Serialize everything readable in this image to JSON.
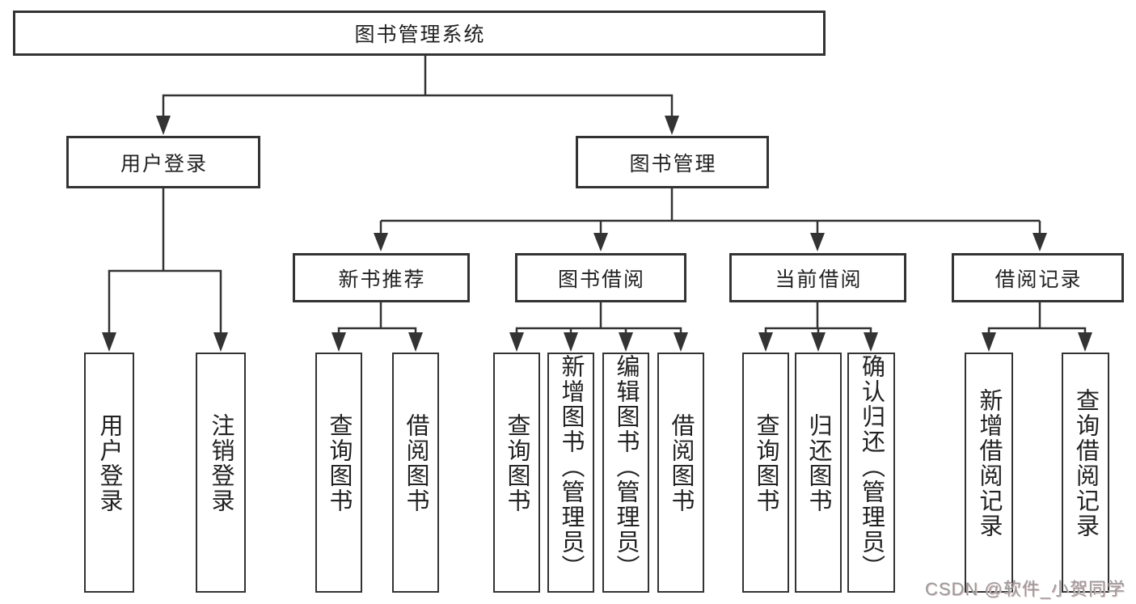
{
  "tree": {
    "root": "图书管理系统",
    "branches": [
      {
        "label": "用户登录",
        "children": [
          "用户登录",
          "注销登录"
        ]
      },
      {
        "label": "图书管理",
        "groups": [
          {
            "label": "新书推荐",
            "children": [
              "查询图书",
              "借阅图书"
            ]
          },
          {
            "label": "图书借阅",
            "children": [
              "查询图书",
              "新增图书（管理员）",
              "编辑图书（管理员）",
              "借阅图书"
            ]
          },
          {
            "label": "当前借阅",
            "children": [
              "查询图书",
              "归还图书",
              "确认归还（管理员）"
            ]
          },
          {
            "label": "借阅记录",
            "children": [
              "新增借阅记录",
              "查询借阅记录"
            ]
          }
        ]
      }
    ]
  },
  "watermark": "CSDN @软件_小贺同学",
  "colors": {
    "line": "#333333",
    "text": "#222222",
    "background": "#ffffff",
    "watermark": "#9a9a9a"
  }
}
